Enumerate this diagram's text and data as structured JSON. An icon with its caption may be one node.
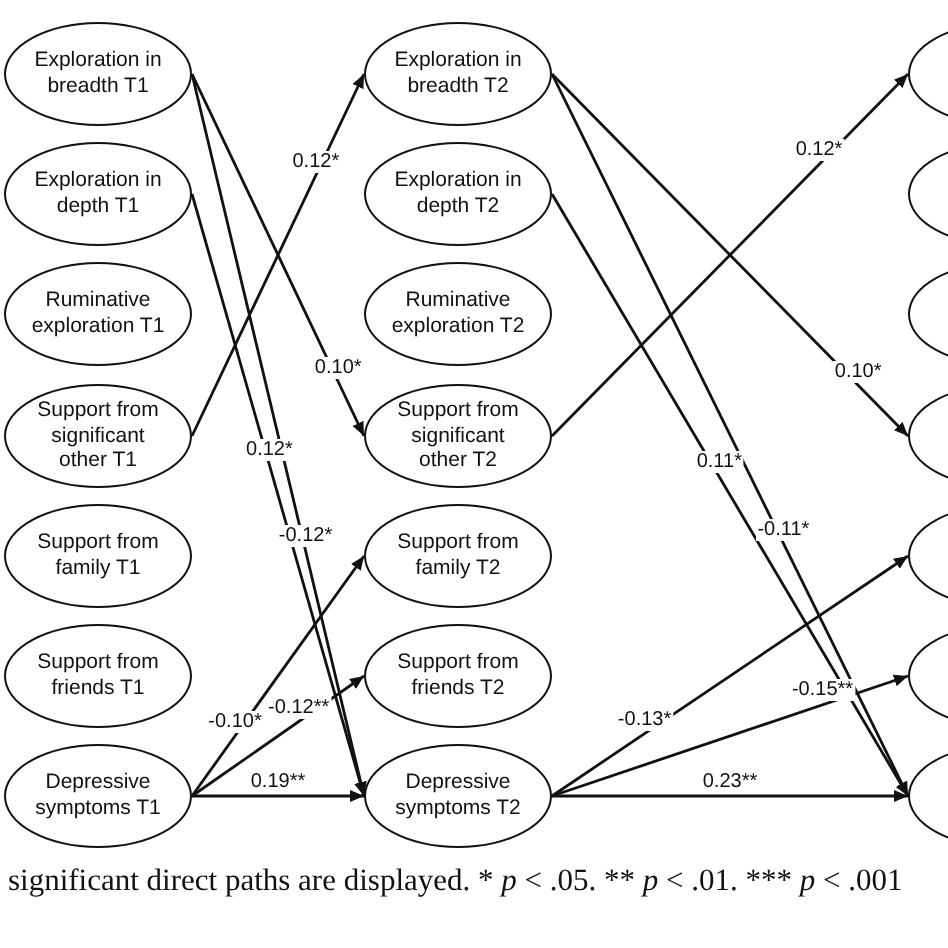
{
  "diagram": {
    "caption": "significant direct paths are displayed. * *p* < .05. ** *p* < .01. *** *p* < .001",
    "nodes": [
      {
        "text": [
          "Exploration in breadth T1"
        ]
      },
      {
        "text": [
          "Exploration in depth T1"
        ]
      },
      {
        "text": [
          "Ruminative exploration T1"
        ]
      },
      {
        "text": [
          "Support from significant other T1"
        ]
      },
      {
        "text": [
          "Support from family T1"
        ]
      },
      {
        "text": [
          "Support from friends T1"
        ]
      },
      {
        "text": [
          "Depressive symptoms T1"
        ]
      },
      {
        "text": [
          "Exploration in breadth T2"
        ]
      },
      {
        "text": [
          "Exploration in depth T2"
        ]
      },
      {
        "text": [
          "Ruminative exploration T2"
        ]
      },
      {
        "text": [
          "Support from significant other T2"
        ]
      },
      {
        "text": [
          "Support from family T2"
        ]
      },
      {
        "text": [
          "Support from friends T2"
        ]
      },
      {
        "text": [
          "Depressive symptoms T2"
        ]
      },
      {
        "text": [],
        "shape": "ellipse"
      },
      {
        "text": [],
        "shape": "ellipse"
      },
      {
        "text": [],
        "shape": "ellipse"
      },
      {
        "text": [],
        "shape": "ellipse"
      },
      {
        "text": [],
        "shape": "ellipse"
      },
      {
        "text": [],
        "shape": "ellipse"
      },
      {
        "text": [],
        "shape": "ellipse"
      }
    ],
    "edges": [
      {
        "from": 0,
        "to": 10,
        "arrow": "to",
        "label": "0.10*"
      },
      {
        "from": 0,
        "to": 13,
        "arrow": "to",
        "label": "-0.12*"
      },
      {
        "from": 1,
        "to": 13,
        "arrow": "to",
        "label": "0.12*"
      },
      {
        "from": 3,
        "to": 7,
        "arrow": "to",
        "label": "0.12*"
      },
      {
        "from": 6,
        "to": 11,
        "arrow": "to",
        "label": "-0.10*"
      },
      {
        "from": 6,
        "to": 12,
        "arrow": "to",
        "label": "-0.12**"
      },
      {
        "from": 6,
        "to": 13,
        "arrow": "to",
        "label": "0.19**"
      },
      {
        "from": 7,
        "to": 17,
        "arrow": "to",
        "label": "0.10*"
      },
      {
        "from": 7,
        "to": 20,
        "arrow": "to",
        "label": "-0.11*"
      },
      {
        "from": 8,
        "to": 20,
        "arrow": "to",
        "label": "0.11*"
      },
      {
        "from": 10,
        "to": 14,
        "arrow": "to",
        "label": "0.12*"
      },
      {
        "from": 13,
        "to": 18,
        "arrow": "to",
        "label": "-0.13*"
      },
      {
        "from": 13,
        "to": 19,
        "arrow": "to",
        "label": "-0.15**"
      },
      {
        "from": 13,
        "to": 20,
        "arrow": "to",
        "label": "0.23**"
      }
    ]
  }
}
